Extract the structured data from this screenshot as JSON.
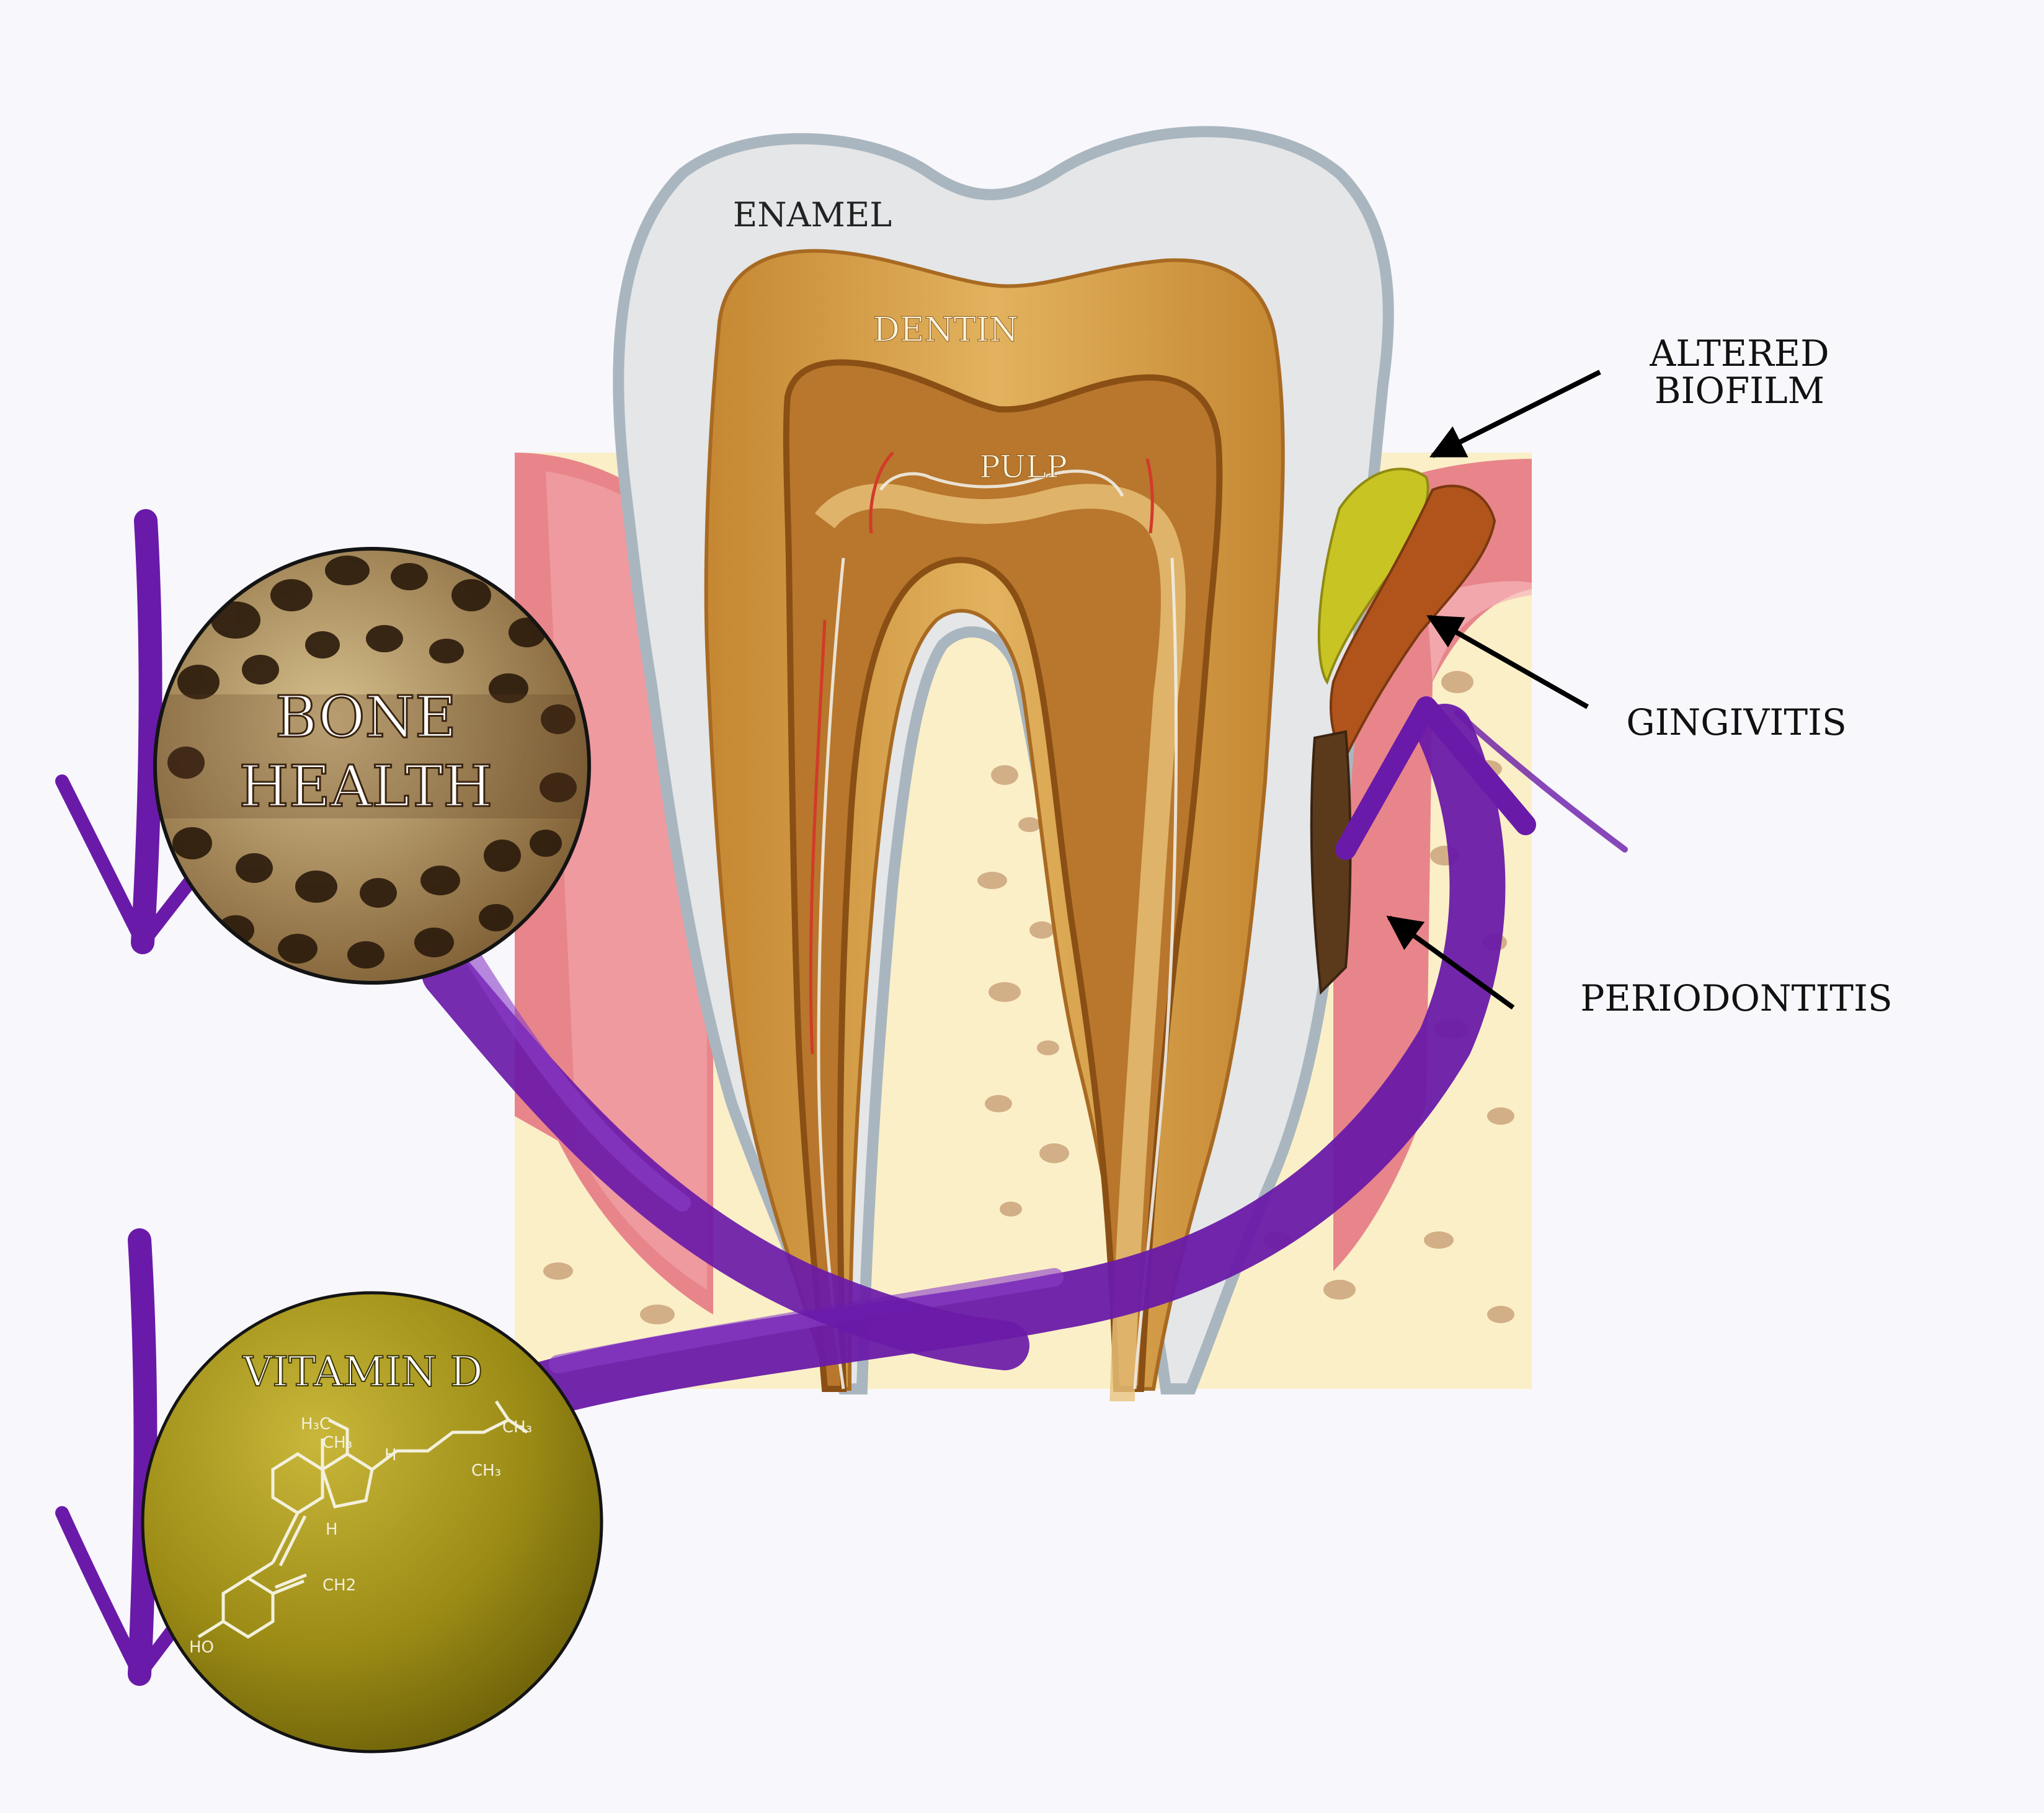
{
  "labels": {
    "enamel": "ENAMEL",
    "dentin": "DENTIN",
    "pulp": "PULP",
    "altered_biofilm_line1": "ALTERED",
    "altered_biofilm_line2": "BIOFILM",
    "gingivitis": "GINGIVITIS",
    "periodontitis": "PERIODONTITIS",
    "bone_health_line1": "BONE",
    "bone_health_line2": "HEALTH",
    "vitamin_d": "VITAMIN D"
  },
  "molecule": {
    "h3c": "H₃C",
    "ch3_a": "CH₃",
    "ch3_b": "CH₃",
    "ch3_c": "CH₃",
    "h_a": "H",
    "h_b": "H",
    "ch2": "CH2",
    "ho": "HO"
  },
  "colors": {
    "arrow_purple": "#6a1aa8",
    "enamel": "#e4e6e8",
    "dentin": "#c8913a",
    "pulp": "#b8772c",
    "gum": "#e57f86",
    "bone": "#fbefc8",
    "biofilm": "#c8c423",
    "gingivitis_band": "#b0541c",
    "periodontitis_band": "#5b3a1c",
    "vitamin_sphere": "#a89a1a"
  }
}
